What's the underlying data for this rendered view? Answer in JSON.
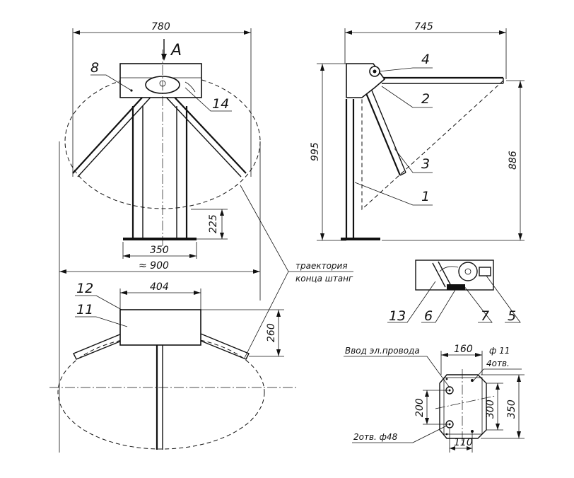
{
  "dimensions": {
    "top_width": "780",
    "view_arrow": "A",
    "height_225": "225",
    "base_350": "350",
    "approx_900": "≈ 900",
    "side_width": "745",
    "side_height": "995",
    "arm_height": "886",
    "plan_404": "404",
    "plan_260": "260",
    "base_160": "160",
    "hole_11": "ф 11",
    "holes_4": "4отв.",
    "base_200": "200",
    "base_300": "300",
    "base_350b": "350",
    "base_110": "110"
  },
  "callouts": {
    "c1": "1",
    "c2": "2",
    "c3": "3",
    "c4": "4",
    "c5": "5",
    "c6": "6",
    "c7": "7",
    "c8": "8",
    "c11": "11",
    "c12": "12",
    "c13": "13",
    "c14": "14"
  },
  "notes": {
    "trajectory_line1": "траектория",
    "trajectory_line2": "конца штанг",
    "cable_entry": "Ввод эл.провода",
    "holes_48": "2отв. ф48"
  }
}
